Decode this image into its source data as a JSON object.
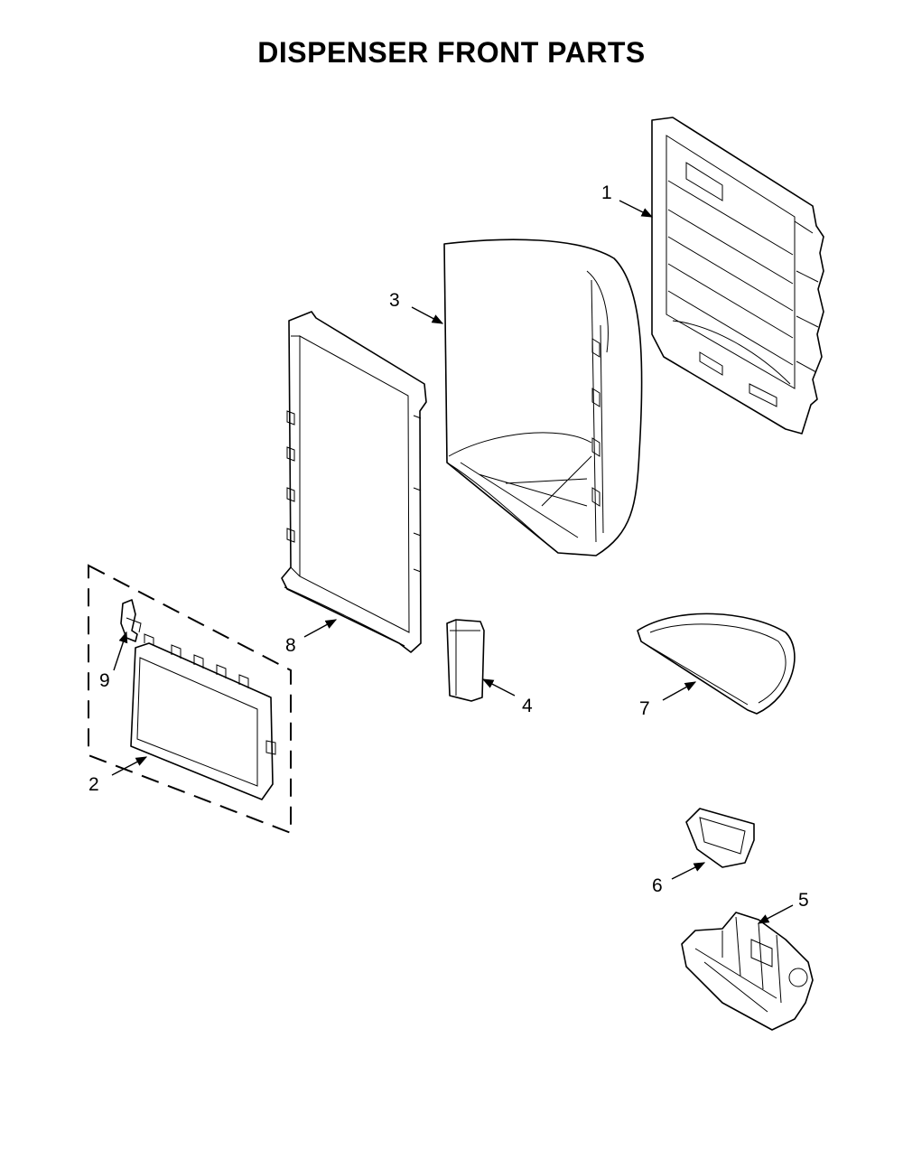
{
  "title": "DISPENSER FRONT PARTS",
  "callouts": [
    {
      "id": "1",
      "label": "1"
    },
    {
      "id": "2",
      "label": "2"
    },
    {
      "id": "3",
      "label": "3"
    },
    {
      "id": "4",
      "label": "4"
    },
    {
      "id": "5",
      "label": "5"
    },
    {
      "id": "6",
      "label": "6"
    },
    {
      "id": "7",
      "label": "7"
    },
    {
      "id": "8",
      "label": "8"
    },
    {
      "id": "9",
      "label": "9"
    }
  ],
  "colors": {
    "line": "#000000",
    "background": "#ffffff"
  }
}
